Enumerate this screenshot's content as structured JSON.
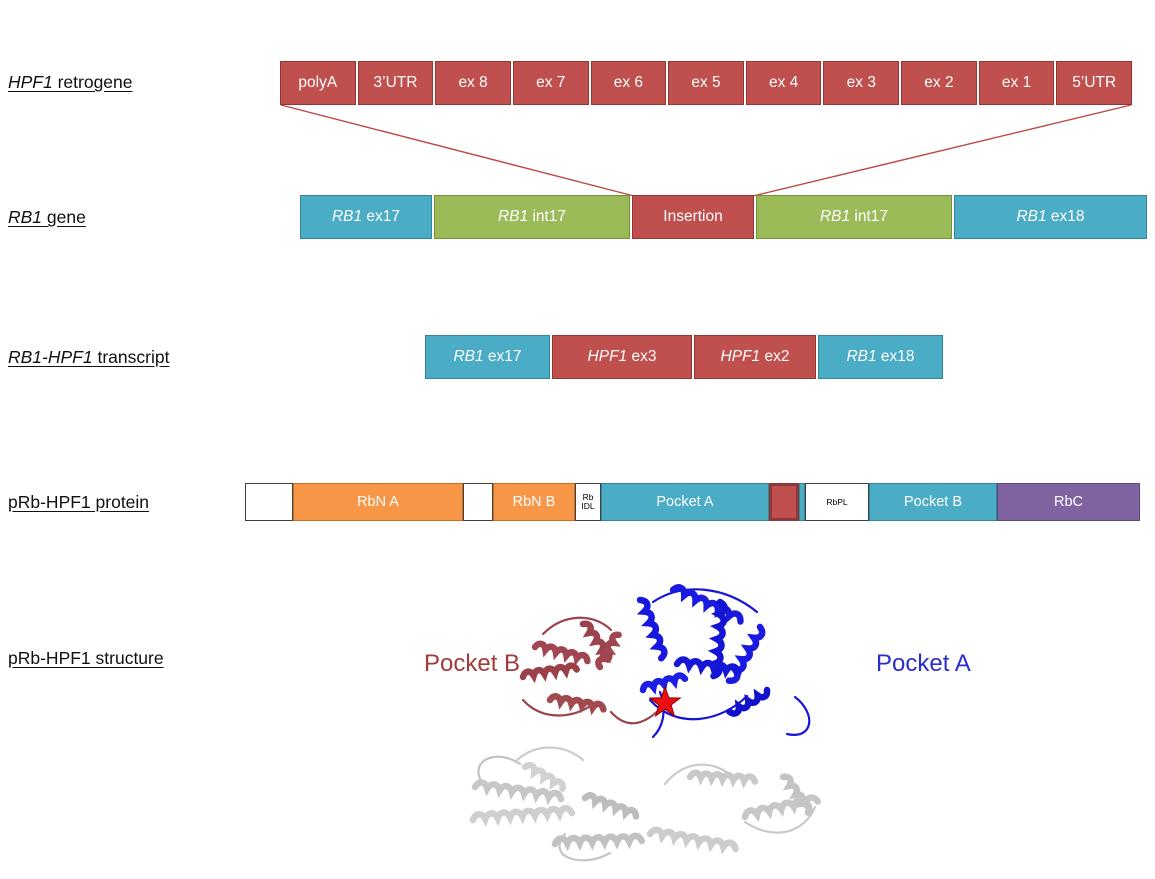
{
  "palette": {
    "red": "#C0504D",
    "red_border": "#943634",
    "teal": "#4BACC6",
    "teal_border": "#31859C",
    "green": "#9BBB59",
    "green_border": "#76923C",
    "orange": "#F79646",
    "purple": "#8064A2",
    "connector_line": "#B94A48",
    "pocket_b_text": "#A23B3B",
    "pocket_a_text": "#2A2ECF",
    "star": "#E81010"
  },
  "rows": {
    "retrogene": {
      "label_runs": [
        {
          "t": "HPF1",
          "i": true
        },
        {
          "t": " retrogene"
        }
      ],
      "boxes": [
        {
          "label": "polyA",
          "color": "red"
        },
        {
          "label": "3’UTR",
          "color": "red"
        },
        {
          "label": "ex 8",
          "color": "red"
        },
        {
          "label": "ex 7",
          "color": "red"
        },
        {
          "label": "ex 6",
          "color": "red"
        },
        {
          "label": "ex 5",
          "color": "red"
        },
        {
          "label": "ex 4",
          "color": "red"
        },
        {
          "label": "ex 3",
          "color": "red"
        },
        {
          "label": "ex 2",
          "color": "red"
        },
        {
          "label": "ex 1",
          "color": "red"
        },
        {
          "label": "5’UTR",
          "color": "red"
        }
      ]
    },
    "gene": {
      "label_runs": [
        {
          "t": "RB1",
          "i": true
        },
        {
          "t": " gene"
        }
      ],
      "boxes": [
        {
          "runs": [
            {
              "t": "RB1",
              "i": true
            },
            {
              "t": " ex17"
            }
          ],
          "color": "teal"
        },
        {
          "runs": [
            {
              "t": "RB1",
              "i": true
            },
            {
              "t": " int17"
            }
          ],
          "color": "green"
        },
        {
          "runs": [
            {
              "t": "Insertion"
            }
          ],
          "color": "red"
        },
        {
          "runs": [
            {
              "t": "RB1",
              "i": true
            },
            {
              "t": " int17"
            }
          ],
          "color": "green"
        },
        {
          "runs": [
            {
              "t": "RB1",
              "i": true
            },
            {
              "t": " ex18"
            }
          ],
          "color": "teal"
        }
      ]
    },
    "transcript": {
      "label_runs": [
        {
          "t": "RB1-HPF1",
          "i": true
        },
        {
          "t": " transcript"
        }
      ],
      "boxes": [
        {
          "runs": [
            {
              "t": "RB1",
              "i": true
            },
            {
              "t": " ex17"
            }
          ],
          "color": "teal"
        },
        {
          "runs": [
            {
              "t": "HPF1",
              "i": true
            },
            {
              "t": " ex3"
            }
          ],
          "color": "red"
        },
        {
          "runs": [
            {
              "t": "HPF1",
              "i": true
            },
            {
              "t": " ex2"
            }
          ],
          "color": "red"
        },
        {
          "runs": [
            {
              "t": "RB1",
              "i": true
            },
            {
              "t": " ex18"
            }
          ],
          "color": "teal"
        }
      ]
    },
    "protein": {
      "label_runs": [
        {
          "t": "pRb-HPF1 protein"
        }
      ],
      "segments": [
        {
          "label": "",
          "color": "white"
        },
        {
          "label": "RbN A",
          "color": "orange"
        },
        {
          "label": "",
          "color": "white"
        },
        {
          "label": "RbN B",
          "color": "orange"
        },
        {
          "label": "Rb IDL",
          "color": "white"
        },
        {
          "label": "Pocket A",
          "color": "teal"
        },
        {
          "label": "",
          "color": "red"
        },
        {
          "label": "",
          "color": "teal"
        },
        {
          "label": "RbPL",
          "color": "white"
        },
        {
          "label": "Pocket B",
          "color": "teal"
        },
        {
          "label": "RbC",
          "color": "purple"
        }
      ]
    },
    "structure": {
      "label_runs": [
        {
          "t": "pRb-HPF1 structure"
        }
      ],
      "pocket_b_label": "Pocket B",
      "pocket_a_label": "Pocket A"
    }
  }
}
